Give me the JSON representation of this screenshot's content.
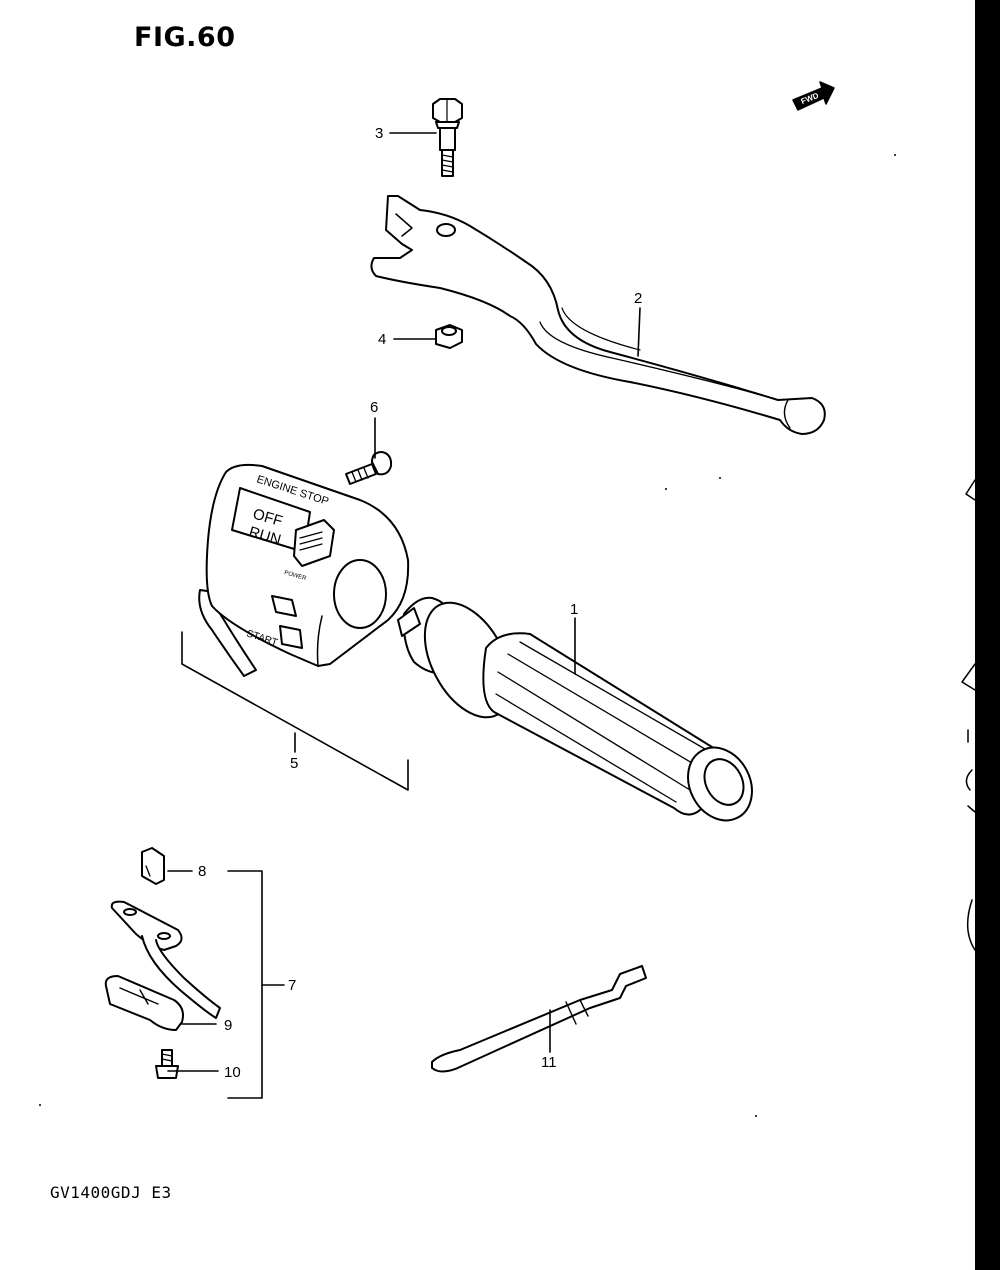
{
  "figure": {
    "title": "FIG.60",
    "model_code": "GV1400GDJ  E3",
    "fwd_label": "FWD"
  },
  "switch_labels": {
    "engine_stop": "ENGINE STOP",
    "off": "OFF",
    "run": "RUN",
    "power": "POWER",
    "start": "START"
  },
  "callouts": [
    {
      "id": "1",
      "label": "1"
    },
    {
      "id": "2",
      "label": "2"
    },
    {
      "id": "3",
      "label": "3"
    },
    {
      "id": "4",
      "label": "4"
    },
    {
      "id": "5",
      "label": "5"
    },
    {
      "id": "6",
      "label": "6"
    },
    {
      "id": "7",
      "label": "7"
    },
    {
      "id": "8",
      "label": "8"
    },
    {
      "id": "9",
      "label": "9"
    },
    {
      "id": "10",
      "label": "10"
    },
    {
      "id": "11",
      "label": "11"
    }
  ],
  "colors": {
    "ink": "#000000",
    "paper": "#ffffff"
  }
}
